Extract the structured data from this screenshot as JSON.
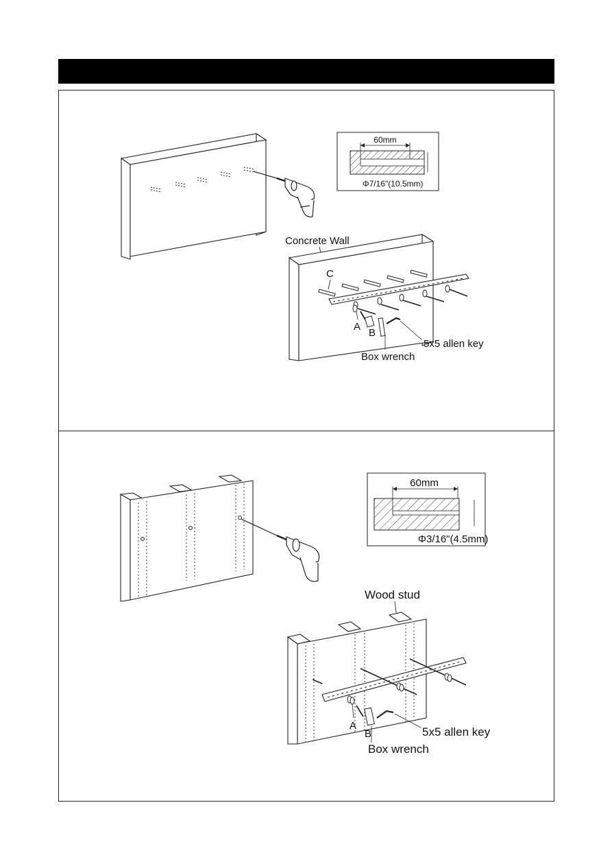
{
  "header": {
    "title": ""
  },
  "concrete": {
    "detail_width": "60mm",
    "detail_diameter": "Φ7/16\"(10.5mm)",
    "wall_label": "Concrete Wall",
    "part_c": "C",
    "part_a": "A",
    "part_b": "B",
    "allen_key": "5x5 allen key",
    "box_wrench": "Box wrench"
  },
  "wood": {
    "detail_width": "60mm",
    "detail_diameter": "Φ3/16\"(4.5mm)",
    "stud_label": "Wood stud",
    "part_a": "A",
    "part_b": "B",
    "allen_key": "5x5 allen key",
    "box_wrench": "Box wrench"
  },
  "icons": [
    "drill-icon",
    "allen-key-icon",
    "box-wrench-icon",
    "bolt-icon",
    "mounting-rail-icon"
  ]
}
